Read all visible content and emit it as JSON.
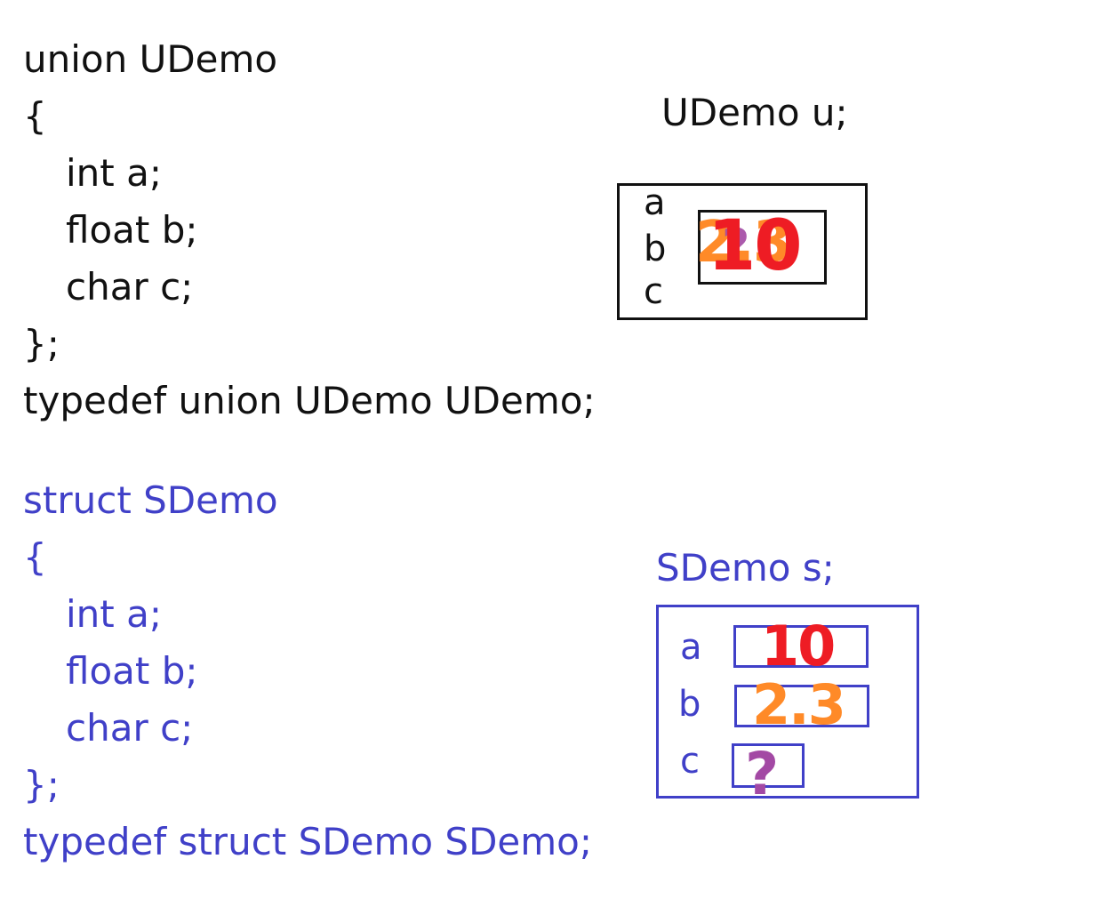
{
  "union_code": {
    "line1": "union UDemo",
    "line2": "{",
    "line3": "int a;",
    "line4": "float b;",
    "line5": "char c;",
    "line6": "};",
    "line7": "typedef union UDemo UDemo;"
  },
  "struct_code": {
    "line1": "struct SDemo",
    "line2": "{",
    "line3": "int a;",
    "line4": "float b;",
    "line5": "char c;",
    "line6": "};",
    "line7": "typedef struct SDemo SDemo;"
  },
  "union_diagram": {
    "declaration": "UDemo u;",
    "members": [
      "a",
      "b",
      "c"
    ],
    "handwritten": {
      "a_value": "10",
      "b_value": "2.3",
      "c_value": "?"
    }
  },
  "struct_diagram": {
    "declaration": "SDemo s;",
    "members": [
      "a",
      "b",
      "c"
    ],
    "handwritten": {
      "a_value": "10",
      "b_value": "2.3",
      "c_value": "?"
    }
  },
  "colors": {
    "union_text": "#111111",
    "struct_text": "#4040c8",
    "red_ink": "#ee1c24",
    "orange_ink": "#ff8a28",
    "purple_ink": "#a349a4"
  }
}
